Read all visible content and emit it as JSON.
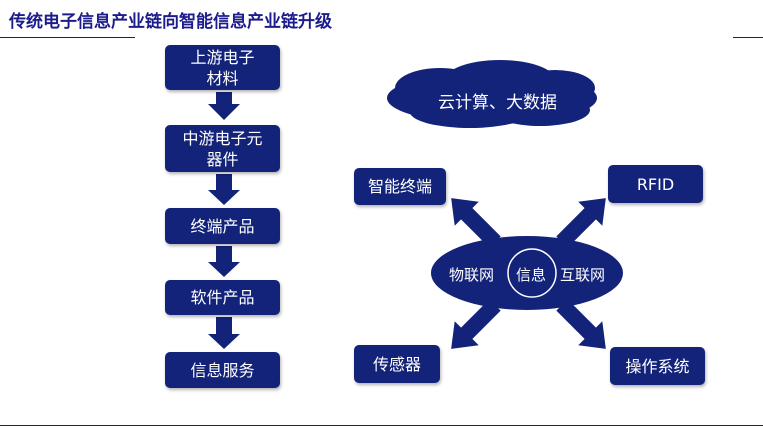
{
  "title": "传统电子信息产业链向智能信息产业链升级",
  "chain": [
    "上游电子\n材料",
    "中游电子元\n器件",
    "终端产品",
    "软件产品",
    "信息服务"
  ],
  "cloud": "云计算、大数据",
  "hub": {
    "left": "物联网",
    "center": "信息",
    "right": "互联网"
  },
  "nodes": {
    "top_left": "智能终端",
    "top_right": "RFID",
    "bottom_left": "传感器",
    "bottom_right": "操作系统"
  },
  "colors": {
    "navy": "#13237a",
    "title": "#1c1c8c"
  }
}
